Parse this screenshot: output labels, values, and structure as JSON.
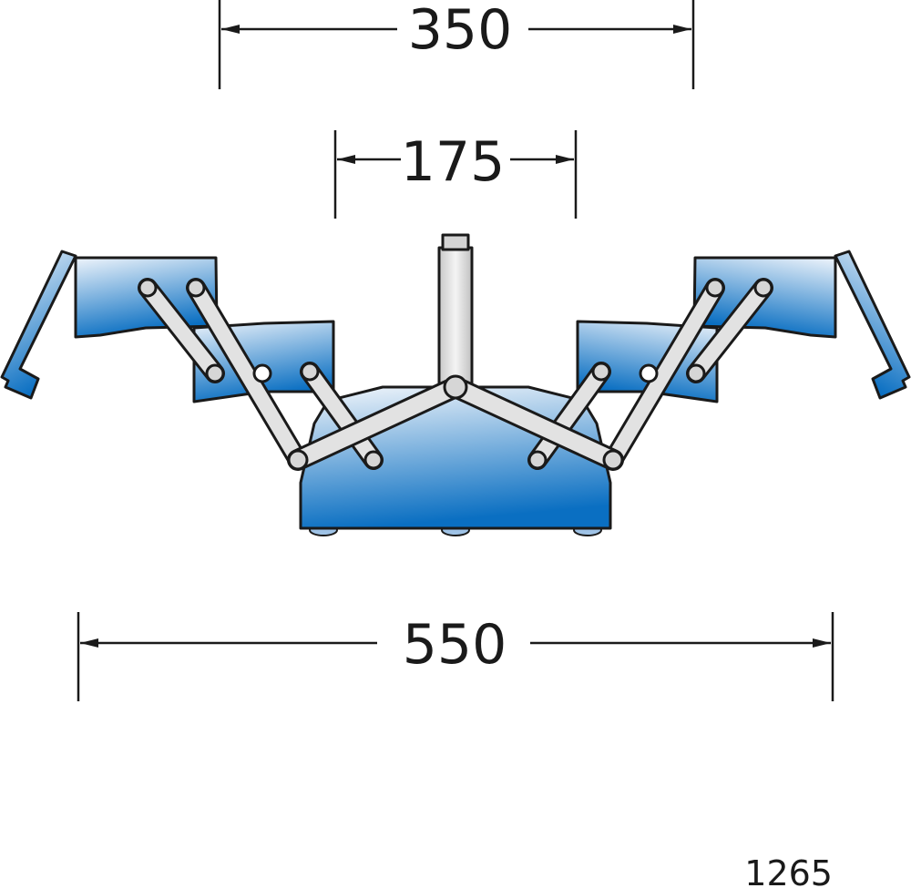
{
  "dimensions": {
    "top_width": "350",
    "inner_width": "175",
    "overall_width": "550"
  },
  "figure_number": "1265",
  "colors": {
    "tray_dark": "#0a6fc2",
    "tray_light": "#eef4fb",
    "arm": "#d9d9d9",
    "line": "#1a1a1a"
  }
}
